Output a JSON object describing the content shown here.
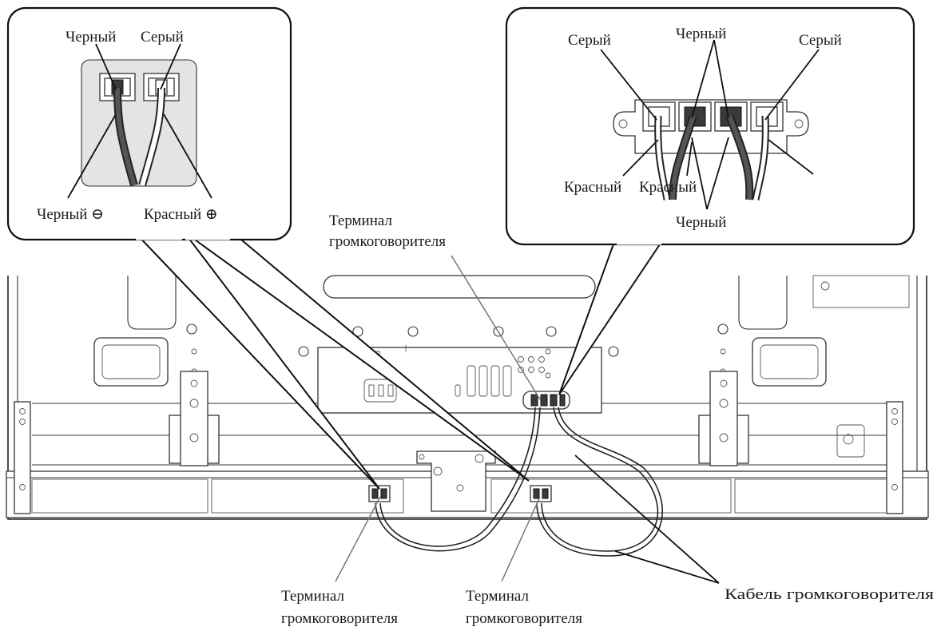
{
  "callout_left": {
    "label_black_top": "Черный",
    "label_gray_top": "Серый",
    "label_black_bottom": "Черный ⊖",
    "label_red_bottom": "Красный ⊕"
  },
  "callout_right": {
    "label_gray_left": "Серый",
    "label_black_top": "Черный",
    "label_gray_right": "Серый",
    "label_red_left": "Красный",
    "label_red_mid": "Красный",
    "label_black_bottom": "Черный"
  },
  "labels": {
    "terminal_top_line1": "Терминал",
    "terminal_top_line2": "громкоговорителя",
    "terminal_left_line1": "Терминал",
    "terminal_left_line2": "громкоговорителя",
    "terminal_mid_line1": "Терминал",
    "terminal_mid_line2": "громкоговорителя",
    "cable": "Кабель громкоговорителя"
  }
}
